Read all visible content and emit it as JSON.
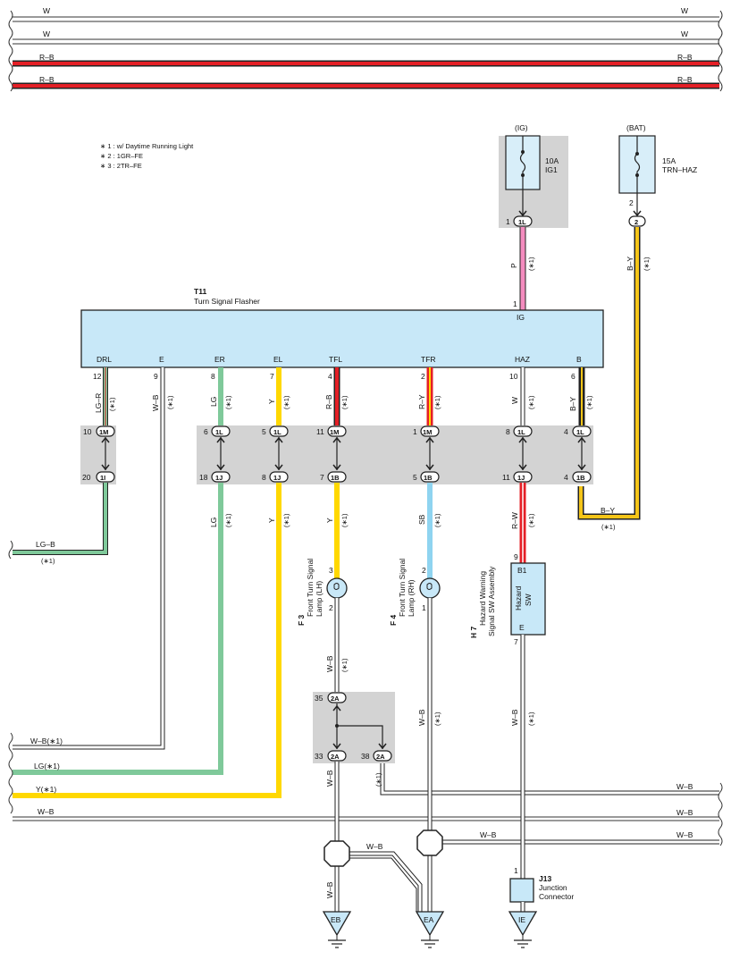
{
  "notes": {
    "n1": "∗ 1 : w/ Daytime Running Light",
    "n2": "∗ 2 : 1GR–FE",
    "n3": "∗ 3 : 2TR–FE"
  },
  "top_wires": {
    "w1": "W",
    "w2": "W",
    "rb1": "R–B",
    "rb2": "R–B"
  },
  "flasher": {
    "code": "T11",
    "name": "Turn Signal Flasher",
    "ig_pin": "1",
    "ig_label": "IG",
    "terminals": [
      "DRL",
      "E",
      "ER",
      "EL",
      "TFL",
      "TFR",
      "HAZ",
      "B"
    ],
    "pins": [
      "12",
      "9",
      "8",
      "7",
      "4",
      "2",
      "10",
      "6"
    ]
  },
  "fuse_ig": {
    "group": "(IG)",
    "amp": "10A",
    "name": "IG1",
    "conn": "1L",
    "pin": "1"
  },
  "fuse_bat": {
    "group": "(BAT)",
    "amp": "15A",
    "name": "TRN–HAZ",
    "conn": "2",
    "pin": "2"
  },
  "wires": {
    "p": "P",
    "by": "B–Y",
    "lgr": "LG–R",
    "wb": "W–B",
    "lg": "LG",
    "y": "Y",
    "rb": "R–B",
    "ry": "R–Y",
    "w": "W",
    "sb": "SB",
    "rw": "R–W",
    "star1": "(∗1)"
  },
  "junction_upper": {
    "c1": {
      "pin": "10",
      "conn": "1M"
    },
    "c2": {
      "pin": "6",
      "conn": "1L"
    },
    "c3": {
      "pin": "5",
      "conn": "1L"
    },
    "c4": {
      "pin": "11",
      "conn": "1M"
    },
    "c5": {
      "pin": "1",
      "conn": "1M"
    },
    "c6": {
      "pin": "8",
      "conn": "1L"
    },
    "c7": {
      "pin": "4",
      "conn": "1L"
    }
  },
  "junction_lower": {
    "c1": {
      "pin": "20",
      "conn": "1I"
    },
    "c2": {
      "pin": "18",
      "conn": "1J"
    },
    "c3": {
      "pin": "8",
      "conn": "1J"
    },
    "c4": {
      "pin": "7",
      "conn": "1B"
    },
    "c5": {
      "pin": "5",
      "conn": "1B"
    },
    "c6": {
      "pin": "11",
      "conn": "1J"
    },
    "c7": {
      "pin": "4",
      "conn": "1B"
    }
  },
  "left_wires": {
    "lgb": "LG–B",
    "wb_s": "W–B(∗1)",
    "lg_s": "LG(∗1)",
    "y_s": "Y(∗1)",
    "wb": "W–B"
  },
  "lamp_lh": {
    "code": "F 3",
    "name1": "Front Turn Signal",
    "name2": "Lamp (LH)",
    "pin_top": "3",
    "pin_bot": "2"
  },
  "lamp_rh": {
    "code": "F 4",
    "name1": "Front Turn Signal",
    "name2": "Lamp (RH)",
    "pin_top": "2",
    "pin_bot": "1"
  },
  "hazard": {
    "code": "H 7",
    "name1": "Hazard Warning",
    "name2": "Signal SW Assembly",
    "pin_top": "9",
    "term_top": "B1",
    "inner1": "Hazard",
    "inner2": "SW",
    "term_bot": "E",
    "pin_bot": "7"
  },
  "j2a": {
    "top_pin": "35",
    "top_conn": "2A",
    "l_pin": "33",
    "l_conn": "2A",
    "r_pin": "38",
    "r_conn": "2A"
  },
  "right_wires": {
    "r1": "W–B",
    "r2": "W–B",
    "r3": "W–B",
    "mid": "W–B",
    "jb": "W–B"
  },
  "j13": {
    "pin": "1",
    "code": "J13",
    "name1": "Junction",
    "name2": "Connector"
  },
  "grounds": {
    "eb": "EB",
    "ea": "EA",
    "ie": "IE"
  }
}
